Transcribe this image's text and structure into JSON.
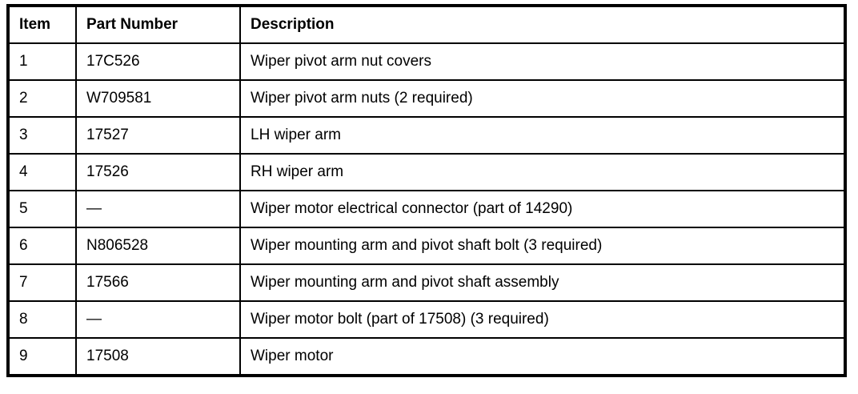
{
  "table": {
    "columns": [
      {
        "key": "item",
        "label": "Item"
      },
      {
        "key": "part_number",
        "label": "Part Number"
      },
      {
        "key": "description",
        "label": "Description"
      }
    ],
    "rows": [
      {
        "item": "1",
        "part_number": "17C526",
        "description": "Wiper pivot arm nut covers"
      },
      {
        "item": "2",
        "part_number": "W709581",
        "description": "Wiper pivot arm nuts (2 required)"
      },
      {
        "item": "3",
        "part_number": "17527",
        "description": "LH wiper arm"
      },
      {
        "item": "4",
        "part_number": "17526",
        "description": "RH wiper arm"
      },
      {
        "item": "5",
        "part_number": "—",
        "description": "Wiper motor electrical connector (part of 14290)"
      },
      {
        "item": "6",
        "part_number": "N806528",
        "description": "Wiper mounting arm and pivot shaft bolt (3 required)"
      },
      {
        "item": "7",
        "part_number": "17566",
        "description": "Wiper mounting arm and pivot shaft assembly"
      },
      {
        "item": "8",
        "part_number": "—",
        "description": "Wiper motor bolt (part of 17508) (3 required)"
      },
      {
        "item": "9",
        "part_number": "17508",
        "description": "Wiper motor"
      }
    ]
  },
  "colors": {
    "border": "#000000",
    "background": "#ffffff",
    "text": "#000000"
  }
}
